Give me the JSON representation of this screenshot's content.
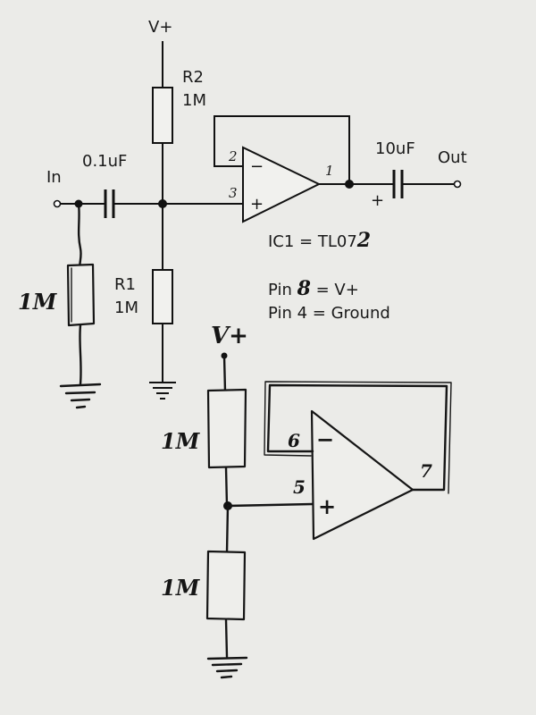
{
  "printed": {
    "supply_label": "V+",
    "r2_name": "R2",
    "r2_value": "1M",
    "r1_name": "R1",
    "r1_value": "1M",
    "input_cap_value": "0.1uF",
    "output_cap_value": "10uF",
    "input_label": "In",
    "output_label": "Out",
    "ic_line_prefix": "IC1 = TL07",
    "ic_line_edit": "2",
    "pin_line1_prefix": "Pin ",
    "pin_line1_edit": "8",
    "pin_line1_suffix": " = V+",
    "pin_line2": "Pin 4 = Ground",
    "opamp1_pin_inverting": "2",
    "opamp1_pin_noninverting": "3",
    "opamp1_pin_output": "1",
    "minus_sign": "−",
    "plus_sign": "+",
    "cap_polarity": "+"
  },
  "handwritten": {
    "input_pulldown_value": "1M",
    "supply_label": "V+",
    "upper_resistor_value": "1M",
    "lower_resistor_value": "1M",
    "opamp2_pin_inverting": "6",
    "opamp2_pin_noninverting": "5",
    "opamp2_pin_output": "7",
    "minus_sign": "−",
    "plus_sign": "+"
  }
}
